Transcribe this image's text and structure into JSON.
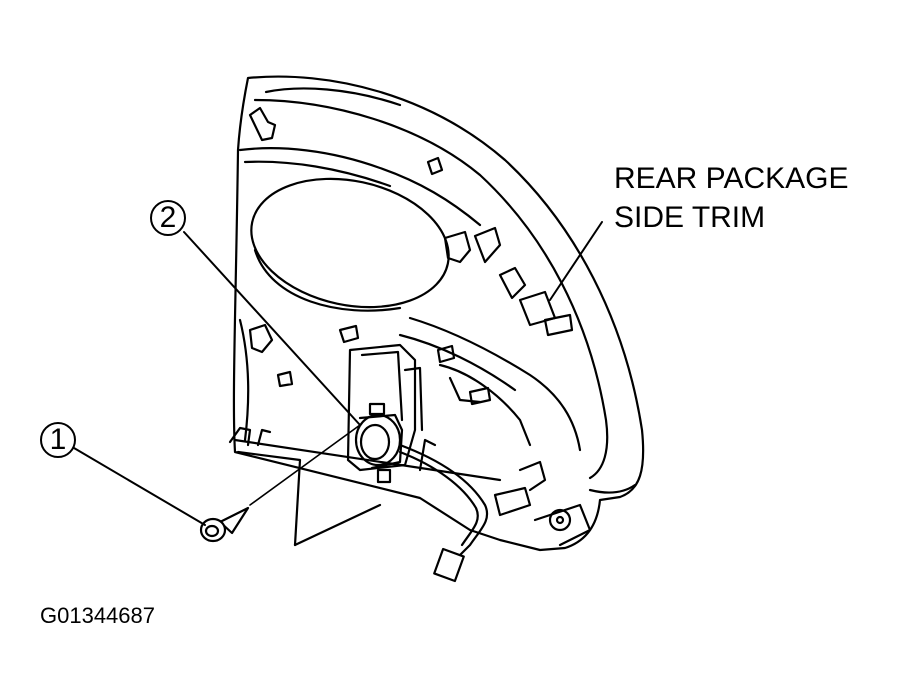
{
  "labels": {
    "trim_line1": "REAR PACKAGE",
    "trim_line2": "SIDE TRIM",
    "figure_id": "G01344687"
  },
  "callouts": {
    "one": "1",
    "two": "2"
  },
  "colors": {
    "ink": "#000000",
    "paper": "#ffffff"
  }
}
